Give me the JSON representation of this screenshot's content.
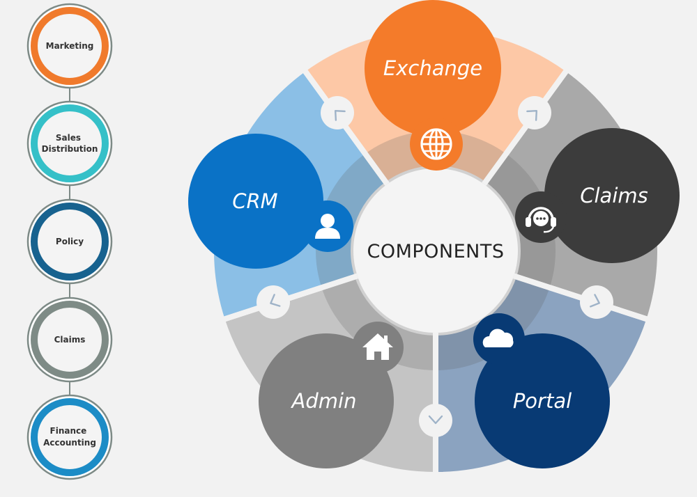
{
  "center": {
    "label": "COMPONENTS"
  },
  "modules": [
    {
      "label": "Exchange",
      "color": "#f47b2a",
      "band_color": "#fdc8a6",
      "icon": "globe-icon"
    },
    {
      "label": "Claims",
      "color": "#3c3c3c",
      "band_color": "#a9a9a9",
      "icon": "support-agent-icon"
    },
    {
      "label": "Portal",
      "color": "#083a74",
      "band_color": "#8ba3c0",
      "icon": "cloud-icon"
    },
    {
      "label": "Admin",
      "color": "#808080",
      "band_color": "#c4c4c4",
      "icon": "home-icon"
    },
    {
      "label": "CRM",
      "color": "#0a72c6",
      "band_color": "#8bbfe6",
      "icon": "user-icon"
    }
  ],
  "side_nav": {
    "items": [
      {
        "lines": [
          "Marketing"
        ],
        "color": "#f07a2c"
      },
      {
        "lines": [
          "Sales",
          "Distribution"
        ],
        "color": "#35c0c8"
      },
      {
        "lines": [
          "Policy"
        ],
        "color": "#17628f"
      },
      {
        "lines": [
          "Claims"
        ],
        "color": "#7e8b86"
      },
      {
        "lines": [
          "Finance",
          "Accounting"
        ],
        "color": "#1c8cc6"
      }
    ]
  }
}
